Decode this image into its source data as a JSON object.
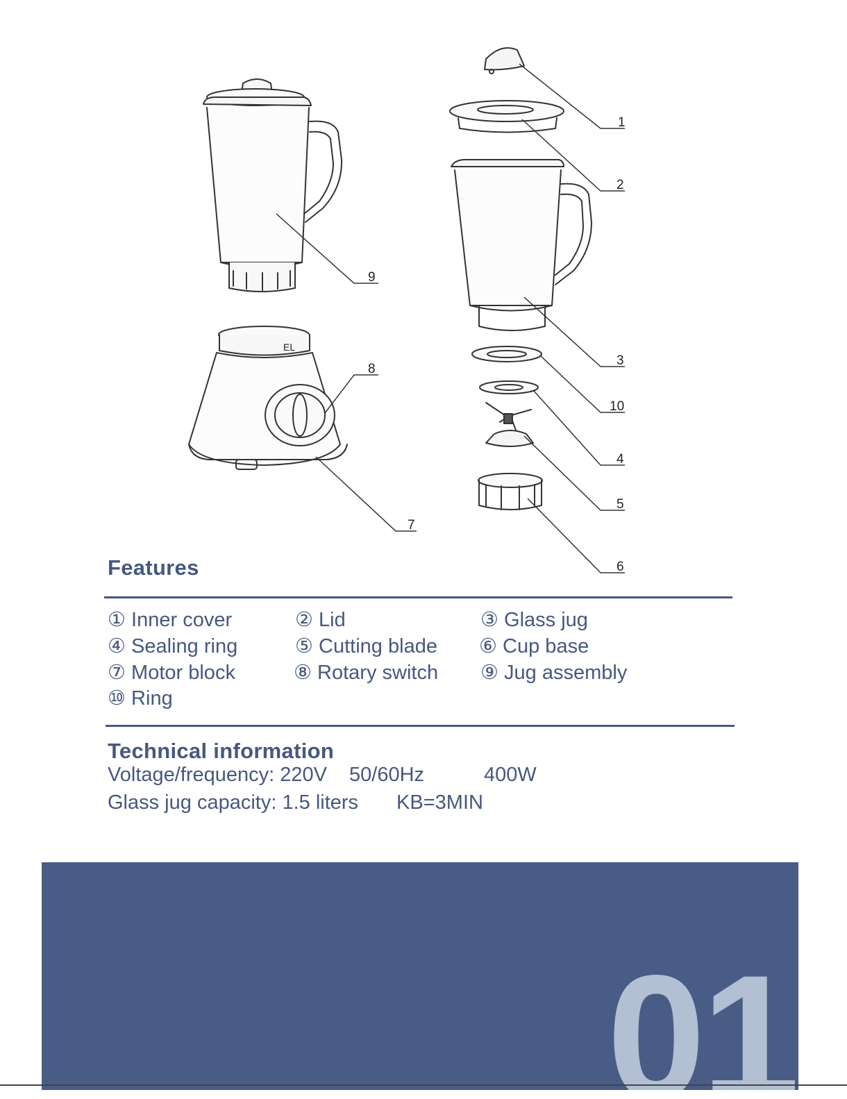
{
  "diagram": {
    "part_numbers": [
      "1",
      "2",
      "3",
      "4",
      "5",
      "6",
      "7",
      "8",
      "9",
      "10"
    ],
    "dial_marking": "EL"
  },
  "features": {
    "title": "Features",
    "items": [
      "① Inner cover",
      "② Lid",
      "③ Glass jug",
      "④ Sealing ring",
      "⑤ Cutting blade",
      "⑥ Cup base",
      "⑦ Motor block",
      "⑧ Rotary switch",
      "⑨ Jug assembly",
      "⑩ Ring"
    ]
  },
  "technical": {
    "title": "Technical information",
    "voltage_label": "Voltage/frequency: 220V",
    "frequency": "50/60Hz",
    "power": "400W",
    "capacity_label": "Glass jug capacity: 1.5 liters",
    "kb": "KB=3MIN"
  },
  "footer": {
    "page_number": "01",
    "background_color": "#485c86",
    "number_color": "#b3bfd2"
  }
}
